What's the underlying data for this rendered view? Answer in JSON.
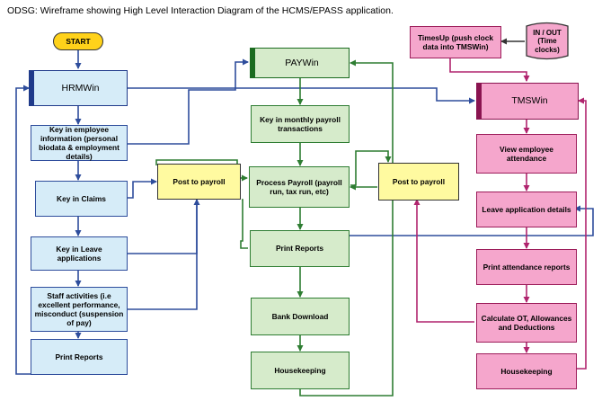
{
  "caption": "ODSG: Wireframe showing High Level Interaction Diagram of the HCMS/EPASS application.",
  "nodes": {
    "start": "START",
    "hrmwin": "HRMWin",
    "key_employee": "Key in employee information (personal biodata & employment details)",
    "key_claims": "Key in Claims",
    "key_leave": "Key in Leave applications",
    "staff_activities": "Staff activities (i.e excellent performance, misconduct (suspension of pay)",
    "hrm_print": "Print Reports",
    "post_payroll_left": "Post to  payroll",
    "paywin": "PAYWin",
    "key_monthly": "Key in monthly payroll transactions",
    "process_payroll": "Process Payroll (payroll run, tax run, etc)",
    "pay_print": "Print Reports",
    "bank_download": "Bank Download",
    "pay_housekeeping": "Housekeeping",
    "post_payroll_right": "Post to payroll",
    "timesup": "TimesUp (push clock data into TMSWin)",
    "in_out": "IN / OUT (Time clocks)",
    "tmswin": "TMSWin",
    "view_attendance": "View employee attendance",
    "leave_details": "Leave application details",
    "print_attendance": "Print attendance reports",
    "calc_ot": "Calculate OT, Allowances and Deductions",
    "tms_housekeeping": "Housekeeping"
  },
  "colors": {
    "hrm_fill": "#d6ecf8",
    "hrm_line": "#2e4d9c",
    "pay_fill": "#d6ebcb",
    "pay_line": "#2e7d32",
    "post_fill": "#fffaa0",
    "tms_fill": "#f5a6cc",
    "tms_line": "#b0246e",
    "start_fill": "#ffd21a"
  }
}
